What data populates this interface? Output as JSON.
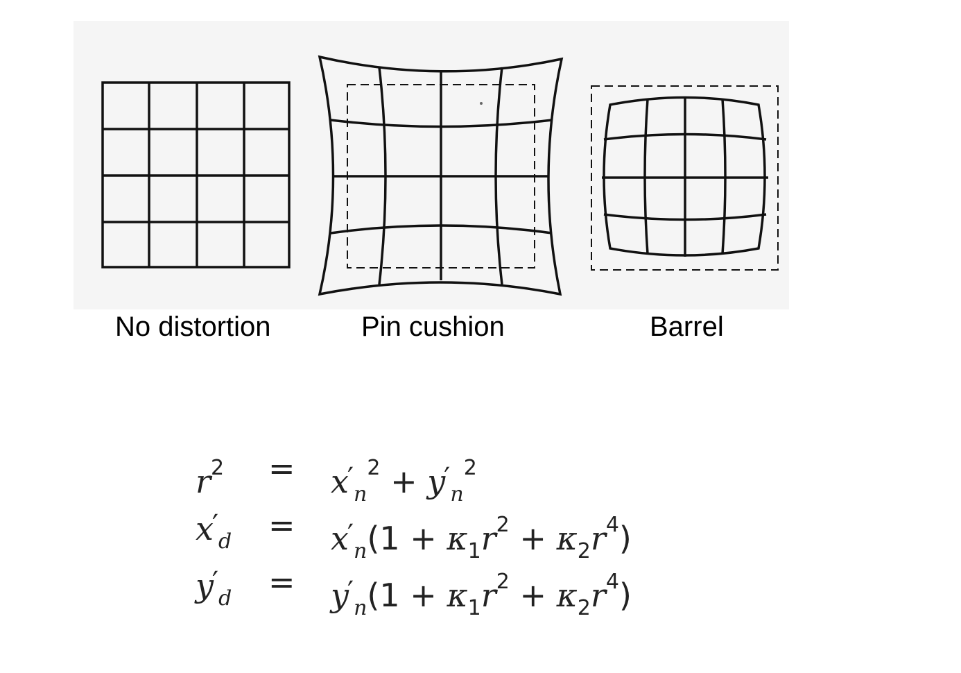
{
  "captions": {
    "none": "No distortion",
    "pincushion": "Pin cushion",
    "barrel": "Barrel"
  },
  "equations": [
    {
      "lhs": "r²",
      "op": "=",
      "rhs": "x′ₙ² + y′ₙ²"
    },
    {
      "lhs": "x′d",
      "op": "=",
      "rhs": "x′ₙ(1 + κ₁r² + κ₂r⁴)"
    },
    {
      "lhs": "y′d",
      "op": "=",
      "rhs": "y′ₙ(1 + κ₁r² + κ₂r⁴)"
    }
  ],
  "symbols": {
    "r": "r",
    "x": "x",
    "y": "y",
    "n": "n",
    "d": "d",
    "two": "2",
    "four": "4",
    "one": "1",
    "kappa": "κ",
    "prime": "′",
    "plus": "+",
    "equals": "=",
    "lparen": "(",
    "rparen": ")"
  },
  "colors": {
    "panel": "#f5f5f5",
    "line": "#111111",
    "text": "#000000"
  }
}
